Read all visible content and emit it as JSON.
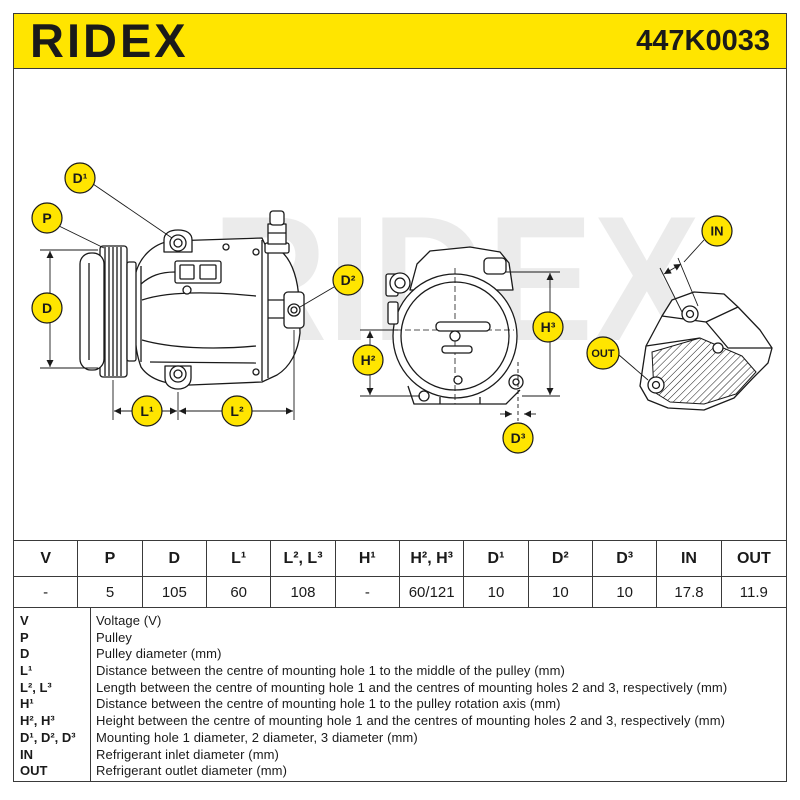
{
  "header": {
    "logo": "RIDEX",
    "part_number": "447K0033"
  },
  "watermark": "RIDEX",
  "drawing_labels": {
    "d1": "D¹",
    "p": "P",
    "d": "D",
    "d2": "D²",
    "l1": "L¹",
    "l2": "L²",
    "h2": "H²",
    "h3": "H³",
    "d3": "D³",
    "in": "IN",
    "out": "OUT"
  },
  "spec_table": {
    "headers": [
      "V",
      "P",
      "D",
      "L¹",
      "L², L³",
      "H¹",
      "H², H³",
      "D¹",
      "D²",
      "D³",
      "IN",
      "OUT"
    ],
    "values": [
      "-",
      "5",
      "105",
      "60",
      "108",
      "-",
      "60/121",
      "10",
      "10",
      "10",
      "17.8",
      "11.9"
    ]
  },
  "legend": [
    {
      "abbr": "V",
      "desc": "Voltage (V)"
    },
    {
      "abbr": "P",
      "desc": "Pulley"
    },
    {
      "abbr": "D",
      "desc": "Pulley diameter (mm)"
    },
    {
      "abbr": "L¹",
      "desc": "Distance between the centre of mounting hole 1 to the middle of the pulley (mm)"
    },
    {
      "abbr": "L², L³",
      "desc": "Length between the centre of mounting hole 1 and the centres of mounting holes 2 and 3, respectively (mm)"
    },
    {
      "abbr": "H¹",
      "desc": "Distance between the centre of mounting hole 1 to the pulley rotation axis (mm)"
    },
    {
      "abbr": "H², H³",
      "desc": "Height between the centre of mounting hole 1 and the centres of mounting holes 2 and 3, respectively (mm)"
    },
    {
      "abbr": "D¹, D², D³",
      "desc": "Mounting hole 1 diameter, 2 diameter, 3 diameter (mm)"
    },
    {
      "abbr": "IN",
      "desc": "Refrigerant inlet diameter (mm)"
    },
    {
      "abbr": "OUT",
      "desc": "Refrigerant outlet diameter (mm)"
    }
  ],
  "colors": {
    "brand_yellow": "#ffe500",
    "ink": "#1a1a1a",
    "border": "#3a3a3a",
    "watermark": "#ebebeb"
  }
}
